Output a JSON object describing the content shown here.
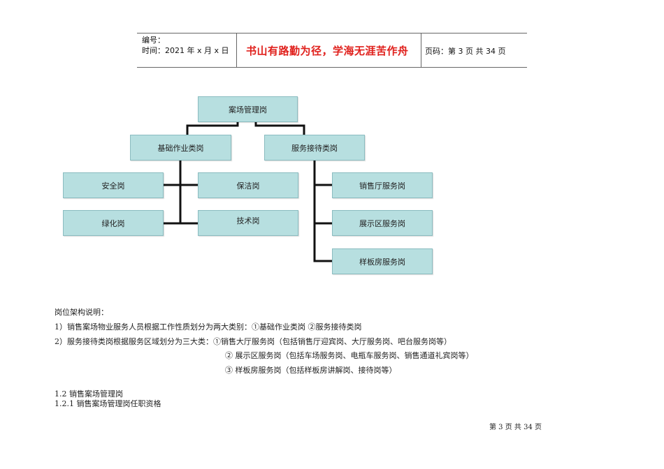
{
  "header": {
    "number_label": "编号：",
    "time_label": "时间：2021 年 x 月 x 日",
    "motto": "书山有路勤为径，学海无涯苦作舟",
    "page_code": "页码：第 3 页  共 34 页"
  },
  "org_chart": {
    "root": "案场管理岗",
    "branch_left": "基础作业类岗",
    "branch_right": "服务接待类岗",
    "left_items": [
      "安全岗",
      "保洁岗",
      "绿化岗",
      "技术岗"
    ],
    "right_items": [
      "销售厅服务岗",
      "展示区服务岗",
      "样板房服务岗"
    ]
  },
  "explanation": {
    "title": "岗位架构说明：",
    "line1": "1）销售案场物业服务人员根据工作性质划分为两大类别：①基础作业类岗 ②服务接待类岗",
    "line2": "2）服务接待类岗根据服务区域划分为三大类：①销售大厅服务岗（包括销售厅迎宾岗、大厅服务岗、吧台服务岗等）",
    "line3": "② 展示区服务岗（包括车场服务岗、电瓶车服务岗、销售通道礼宾岗等）",
    "line4": "③ 样板房服务岗（包括样板房讲解岗、接待岗等）"
  },
  "section": {
    "heading": "1.2 销售案场管理岗",
    "subheading": "1.2.1 销售案场管理岗任职资格"
  },
  "footer": {
    "page": "第 3 页 共 34 页"
  }
}
